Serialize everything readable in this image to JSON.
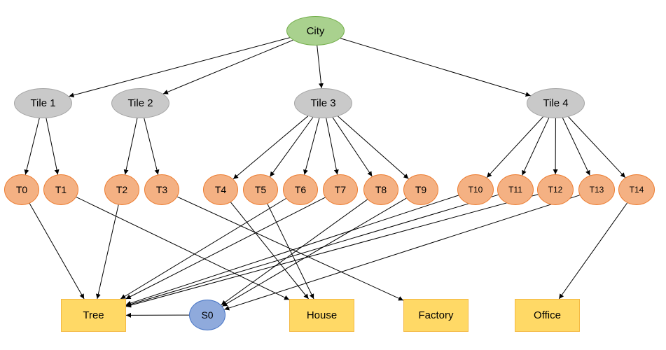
{
  "colors": {
    "city_fill": "#a9d18e",
    "city_stroke": "#70ad47",
    "tile_fill": "#c9c9c9",
    "tile_stroke": "#a5a5a5",
    "t_fill": "#f4b183",
    "t_stroke": "#ed7d31",
    "s_fill": "#8faadc",
    "s_stroke": "#4472c4",
    "building_fill": "#ffd966",
    "building_stroke": "#f4b942",
    "edge": "#000000"
  },
  "nodes": {
    "city": "City",
    "tile1": "Tile 1",
    "tile2": "Tile 2",
    "tile3": "Tile 3",
    "tile4": "Tile 4",
    "t0": "T0",
    "t1": "T1",
    "t2": "T2",
    "t3": "T3",
    "t4": "T4",
    "t5": "T5",
    "t6": "T6",
    "t7": "T7",
    "t8": "T8",
    "t9": "T9",
    "t10": "T10",
    "t11": "T11",
    "t12": "T12",
    "t13": "T13",
    "t14": "T14",
    "s0": "S0",
    "tree": "Tree",
    "house": "House",
    "factory": "Factory",
    "office": "Office"
  },
  "edges": [
    [
      "city",
      "tile1"
    ],
    [
      "city",
      "tile2"
    ],
    [
      "city",
      "tile3"
    ],
    [
      "city",
      "tile4"
    ],
    [
      "tile1",
      "t0"
    ],
    [
      "tile1",
      "t1"
    ],
    [
      "tile2",
      "t2"
    ],
    [
      "tile2",
      "t3"
    ],
    [
      "tile3",
      "t4"
    ],
    [
      "tile3",
      "t5"
    ],
    [
      "tile3",
      "t6"
    ],
    [
      "tile3",
      "t7"
    ],
    [
      "tile3",
      "t8"
    ],
    [
      "tile3",
      "t9"
    ],
    [
      "tile4",
      "t10"
    ],
    [
      "tile4",
      "t11"
    ],
    [
      "tile4",
      "t12"
    ],
    [
      "tile4",
      "t13"
    ],
    [
      "tile4",
      "t14"
    ],
    [
      "t0",
      "tree"
    ],
    [
      "t1",
      "house"
    ],
    [
      "t2",
      "tree"
    ],
    [
      "t3",
      "factory"
    ],
    [
      "t4",
      "house"
    ],
    [
      "t5",
      "house"
    ],
    [
      "t6",
      "tree"
    ],
    [
      "t7",
      "tree"
    ],
    [
      "t8",
      "s0"
    ],
    [
      "t9",
      "s0"
    ],
    [
      "t10",
      "tree"
    ],
    [
      "t11",
      "tree"
    ],
    [
      "t12",
      "tree"
    ],
    [
      "t13",
      "s0"
    ],
    [
      "t14",
      "office"
    ],
    [
      "s0",
      "tree"
    ]
  ]
}
